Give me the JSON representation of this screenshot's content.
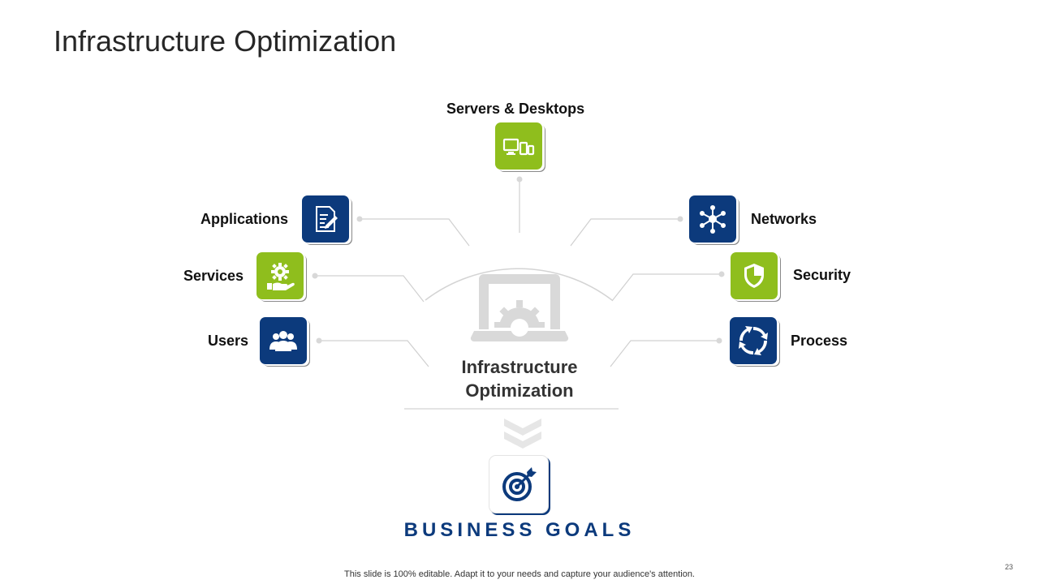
{
  "slide": {
    "title": "Infrastructure  Optimization",
    "page_number": "23",
    "footer": "This slide is 100% editable. Adapt it to your needs and capture your audience's attention."
  },
  "center": {
    "line1": "Infrastructure",
    "line2": "Optimization",
    "icon": "laptop-gear-icon"
  },
  "nodes": {
    "servers": {
      "label": "Servers & Desktops",
      "icon": "devices-icon",
      "color": "#8fbe1d"
    },
    "applications": {
      "label": "Applications",
      "icon": "document-edit-icon",
      "color": "#0c3a7c"
    },
    "services": {
      "label": "Services",
      "icon": "hand-gear-icon",
      "color": "#8fbe1d"
    },
    "users": {
      "label": "Users",
      "icon": "users-group-icon",
      "color": "#0c3a7c"
    },
    "networks": {
      "label": "Networks",
      "icon": "network-nodes-icon",
      "color": "#0c3a7c"
    },
    "security": {
      "label": "Security",
      "icon": "shield-icon",
      "color": "#8fbe1d"
    },
    "process": {
      "label": "Process",
      "icon": "cycle-arrows-icon",
      "color": "#0c3a7c"
    }
  },
  "goal": {
    "label": "BUSINESS GOALS",
    "icon": "target-arrow-icon"
  }
}
